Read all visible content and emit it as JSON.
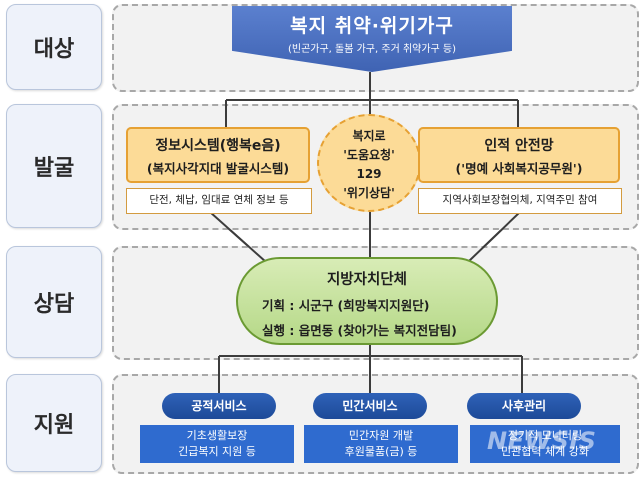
{
  "stages": {
    "target": "대상",
    "discovery": "발굴",
    "counsel": "상담",
    "support": "지원"
  },
  "top": {
    "title": "복지 취약·위기가구",
    "subtitle": "(빈곤가구, 돌봄 가구, 주거 취약가구 등)"
  },
  "left_box": {
    "line1": "정보시스템(행복e음)",
    "line2": "(복지사각지대 발굴시스템)",
    "detail": "단전, 체납, 임대료 연체 정보 등"
  },
  "center": {
    "line1": "복지로",
    "line2": "'도움요청'",
    "line3": "129",
    "line4": "'위기상담'"
  },
  "right_box": {
    "line1": "인적 안전망",
    "line2": "('명예 사회복지공무원')",
    "detail": "지역사회보장협의체, 지역주민 참여"
  },
  "local_gov": {
    "title": "지방자치단체",
    "plan": "기획 : 시군구 (희망복지지원단)",
    "execute": "실행 : 읍면동 (찾아가는 복지전담팀)"
  },
  "services": [
    {
      "label": "공적서비스",
      "line1": "기초생활보장",
      "line2": "긴급복지 지원 등"
    },
    {
      "label": "민간서비스",
      "line1": "민간자원 개발",
      "line2": "후원물품(금) 등"
    },
    {
      "label": "사후관리",
      "line1": "정기적 모니터링",
      "line2": "민관협력 체계 강화"
    }
  ],
  "watermark": "NEWSIS",
  "colors": {
    "top_blue": "#4a6fc2",
    "orange_fill": "#fcdb97",
    "orange_border": "#e6a133",
    "green_fill": "#c7e3a0",
    "service_blue": "#2f6bcf",
    "panel_gray": "#f2f2f2"
  }
}
